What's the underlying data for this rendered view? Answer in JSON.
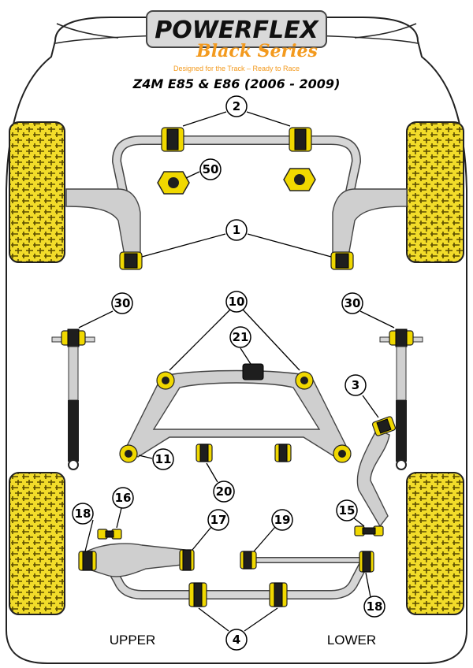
{
  "logo": {
    "brand": "POWERFLEX",
    "series": "Black Series",
    "tagline": "Designed for the Track – Ready to Race"
  },
  "title": "Z4M E85 & E86 (2006 - 2009)",
  "labels": {
    "upper": "UPPER",
    "lower": "LOWER"
  },
  "callouts": {
    "c2": "2",
    "c50": "50",
    "c1": "1",
    "c30_left": "30",
    "c30_right": "30",
    "c10": "10",
    "c21": "21",
    "c3": "3",
    "c11": "11",
    "c20": "20",
    "c18_left": "18",
    "c16": "16",
    "c17": "17",
    "c19": "19",
    "c15": "15",
    "c18_right": "18",
    "c4": "4"
  },
  "colors": {
    "bush_yellow": "#f0d800",
    "bush_dark": "#1e1e1e",
    "arm_grey": "#cfcfcf",
    "tyre_yellow": "#f2dc2a",
    "outline": "#222222",
    "logo_orange": "#f39a1e"
  }
}
